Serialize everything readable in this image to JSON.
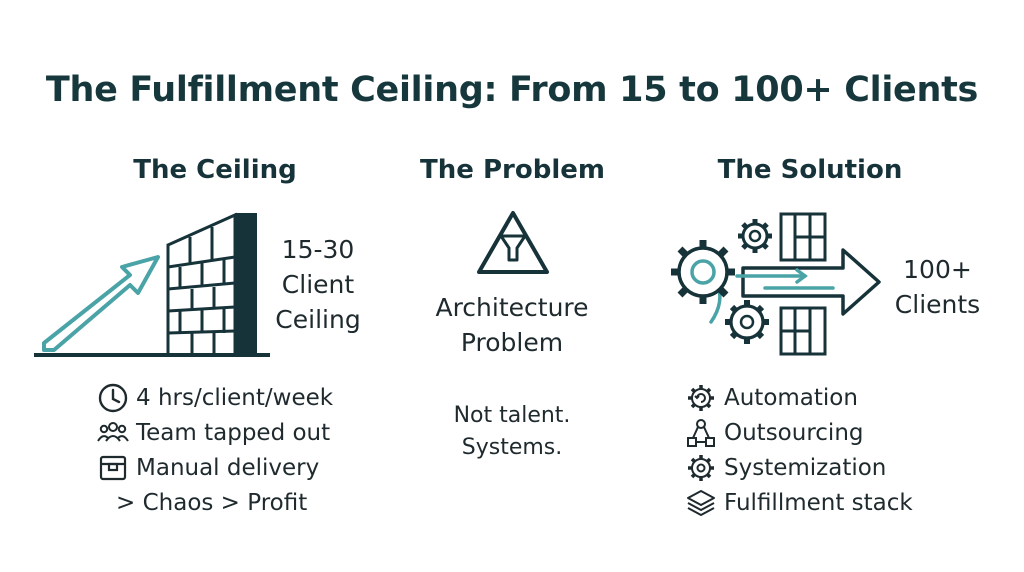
{
  "title": "The Fulfillment Ceiling: From 15 to 100+ Clients",
  "colors": {
    "dark": "#17333a",
    "accent": "#4aa3a6",
    "text": "#1f2a2e"
  },
  "ceiling": {
    "heading": "The Ceiling",
    "graphic_label": [
      "15-30",
      "Client",
      "Ceiling"
    ],
    "items": [
      {
        "icon": "clock-icon",
        "text": "4 hrs/client/week"
      },
      {
        "icon": "team-icon",
        "text": "Team tapped out"
      },
      {
        "icon": "box-icon",
        "text": "Manual delivery"
      },
      {
        "icon": "",
        "text": "> Chaos > Profit"
      }
    ]
  },
  "problem": {
    "heading": "The Problem",
    "label": [
      "Architecture",
      "Problem"
    ],
    "note": [
      "Not talent.",
      "Systems."
    ]
  },
  "solution": {
    "heading": "The Solution",
    "graphic_label": [
      "100+",
      "Clients"
    ],
    "items": [
      {
        "icon": "automation-gear-icon",
        "text": "Automation"
      },
      {
        "icon": "network-icon",
        "text": "Outsourcing"
      },
      {
        "icon": "gear-icon",
        "text": "Systemization"
      },
      {
        "icon": "layers-icon",
        "text": "Fulfillment stack"
      }
    ]
  }
}
